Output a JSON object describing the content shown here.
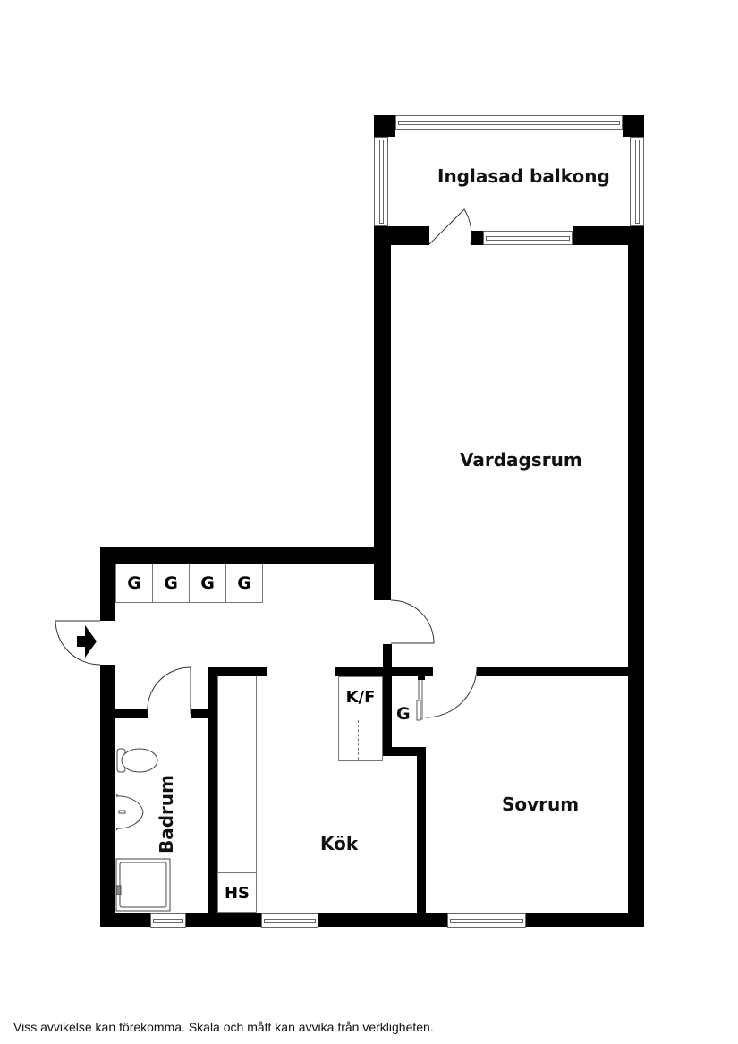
{
  "rooms": {
    "balcony": "Inglasad balkong",
    "living": "Vardagsrum",
    "bedroom": "Sovrum",
    "kitchen": "Kök",
    "bathroom": "Badrum"
  },
  "fixtures": {
    "closet_label": "G",
    "closets": [
      "G",
      "G",
      "G",
      "G"
    ],
    "bedroom_closet": "G",
    "fridge_freezer": "K/F",
    "broom_cabinet": "HS"
  },
  "icons": {
    "entrance": "entrance-arrow-icon",
    "stove": "stove-icon",
    "sink": "sink-icon",
    "toilet": "toilet-icon",
    "washbasin": "washbasin-icon",
    "shower": "shower-icon"
  },
  "colors": {
    "wall": "#000000",
    "stove": "#555555",
    "line": "#666666"
  },
  "footer": {
    "disclaimer": "Viss avvikelse kan förekomma. Skala och mått kan avvika från verkligheten."
  }
}
